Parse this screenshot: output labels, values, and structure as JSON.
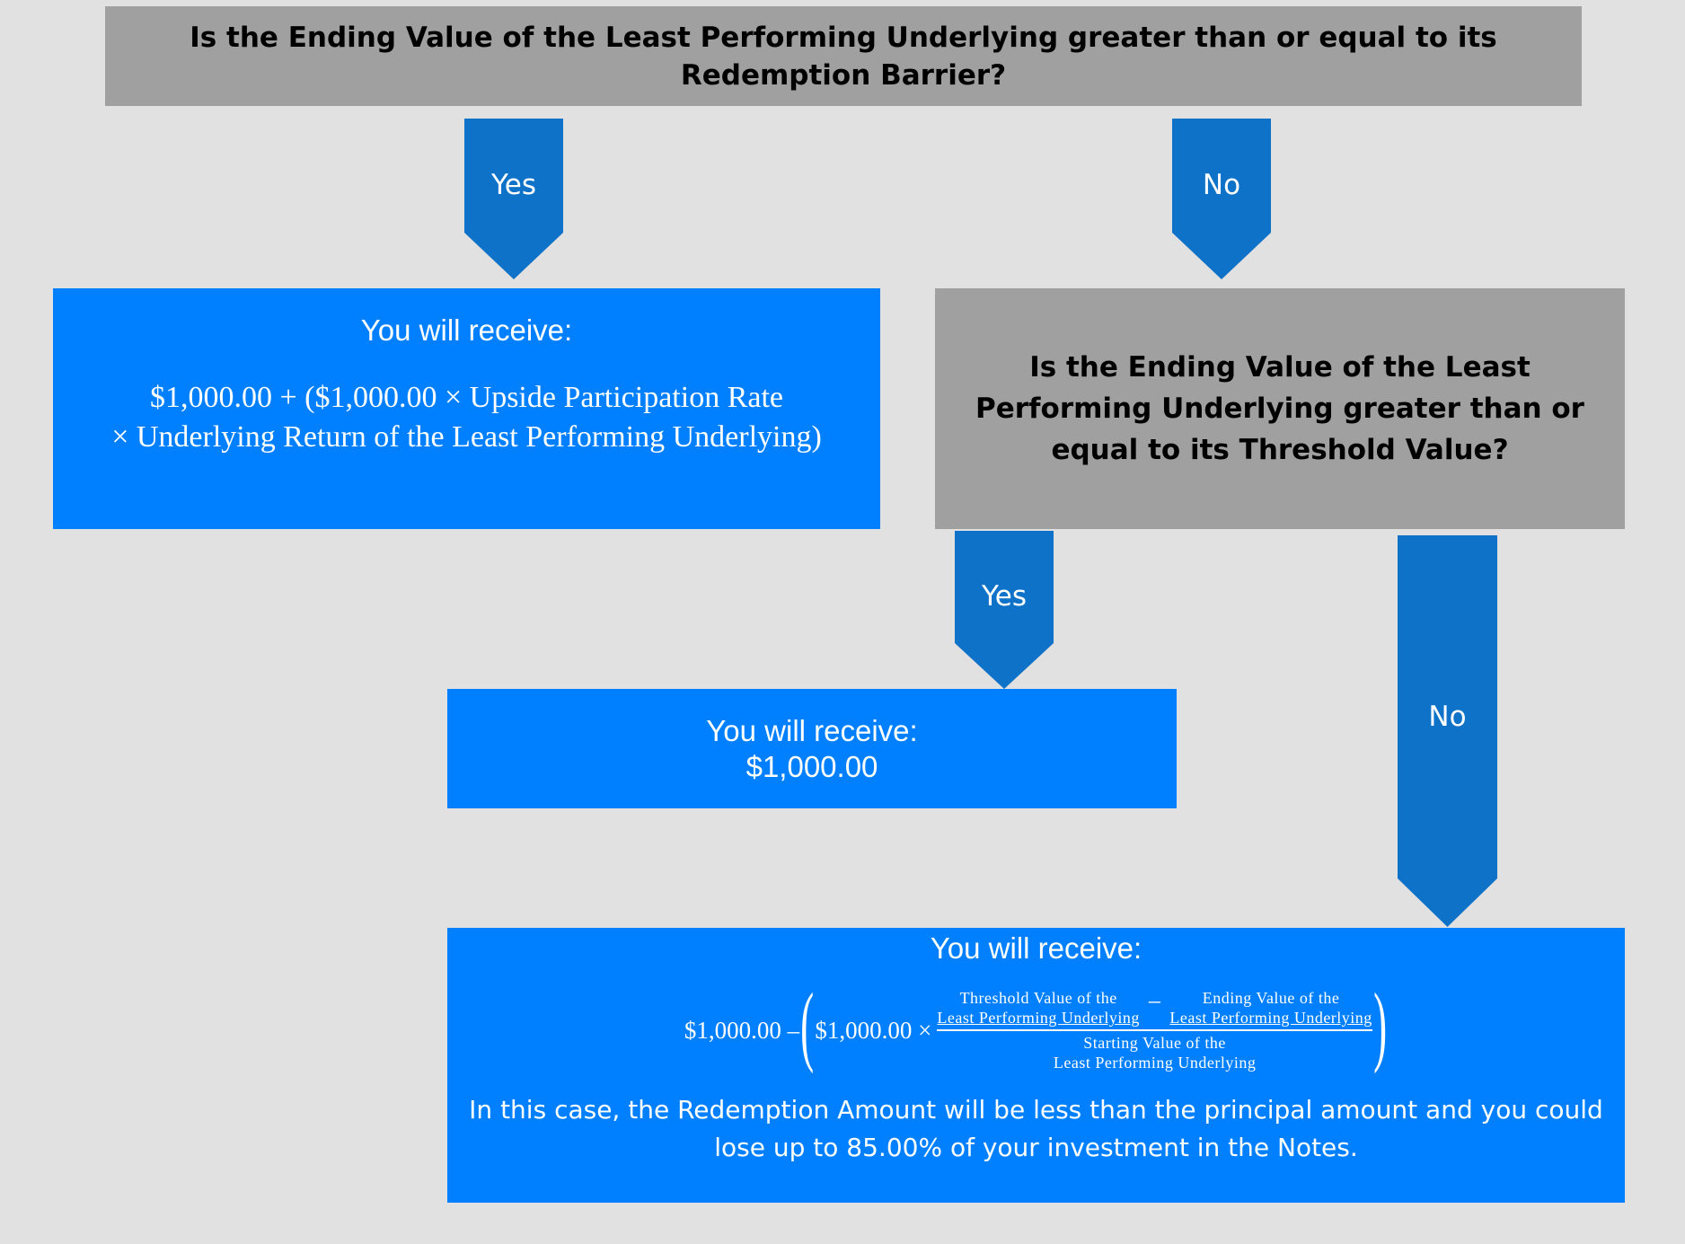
{
  "colors": {
    "background": "#e1e1e1",
    "question_box": "#a0a0a0",
    "result_box": "#0080ff",
    "arrow": "#0f72c9",
    "text_light": "#ffffff",
    "text_dark": "#000000"
  },
  "question1": {
    "text": "Is the Ending Value of the Least Performing Underlying greater than or equal to its Redemption Barrier?"
  },
  "arrows": {
    "q1_yes": "Yes",
    "q1_no": "No",
    "q2_yes": "Yes",
    "q2_no": "No"
  },
  "result1": {
    "heading": "You will receive:",
    "formula_line1": "$1,000.00 + ($1,000.00 × Upside Participation Rate",
    "formula_line2": "× Underlying Return of the Least Performing Underlying)"
  },
  "question2": {
    "text": "Is the Ending Value of the Least Performing Underlying greater than or equal to its Threshold Value?"
  },
  "result2": {
    "heading": "You will receive:",
    "amount": "$1,000.00"
  },
  "result3": {
    "heading": "You will receive:",
    "formula": {
      "lead": "$1,000.00 –",
      "inner_lead": "$1,000.00 ×",
      "numerator_a_line1": "Threshold Value of the",
      "numerator_a_line2": "Least Performing Underlying",
      "minus": "–",
      "numerator_b_line1": "Ending Value of the",
      "numerator_b_line2": "Least Performing Underlying",
      "denominator_line1": "Starting Value of the",
      "denominator_line2": "Least Performing Underlying",
      "open_paren": "(",
      "close_paren": ")"
    },
    "note": "In this case, the Redemption Amount will be less than the principal amount and you could lose up to 85.00% of your investment in the Notes."
  }
}
